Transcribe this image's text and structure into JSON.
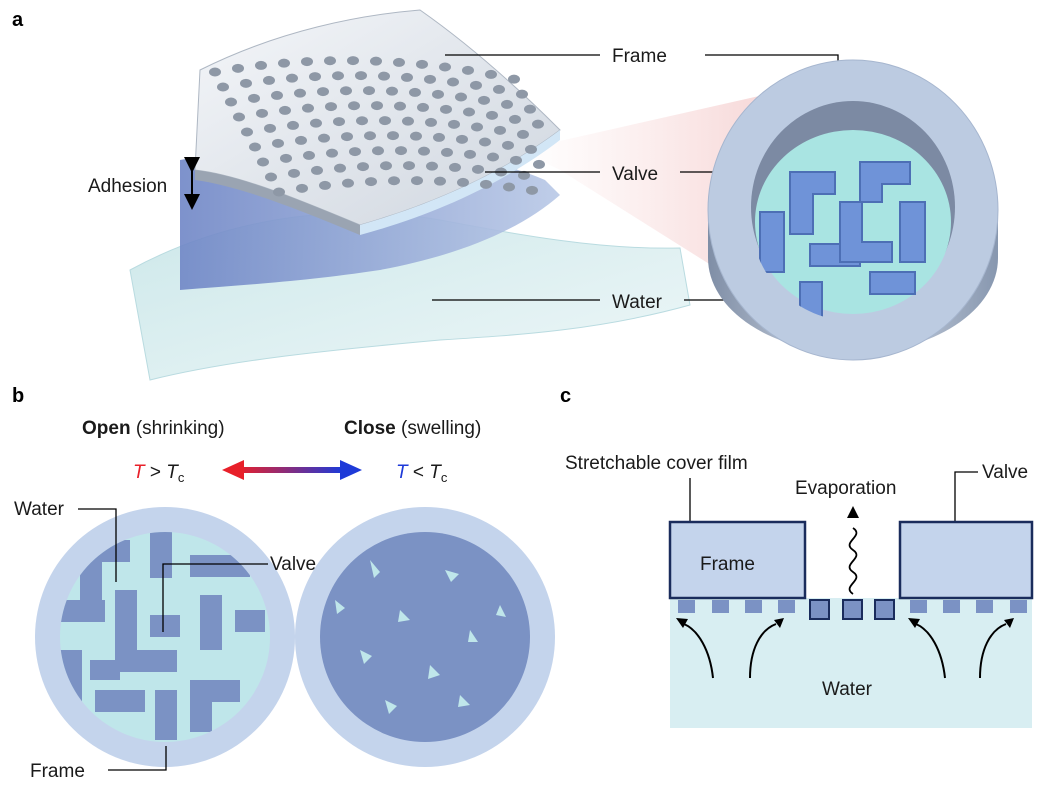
{
  "panels": {
    "a": "a",
    "b": "b",
    "c": "c"
  },
  "panel_a": {
    "adhesion": "Adhesion",
    "frame": "Frame",
    "valve": "Valve",
    "water": "Water"
  },
  "panel_b": {
    "open_bold": "Open",
    "open_rest": " (shrinking)",
    "close_bold": "Close",
    "close_rest": " (swelling)",
    "open_T": "T",
    "open_rel": " > ",
    "open_Tc": "T",
    "open_c": "c",
    "close_T": "T",
    "close_rel": " < ",
    "close_Tc": "T",
    "close_c": "c",
    "water": "Water",
    "valve": "Valve",
    "frame": "Frame"
  },
  "panel_c": {
    "cover_film": "Stretchable cover film",
    "evaporation": "Evaporation",
    "valve": "Valve",
    "frame": "Frame",
    "water": "Water"
  },
  "colors": {
    "hot": "#e8202a",
    "cold": "#1e3ad8",
    "frame_fill": "#c4d4ec",
    "valve_fill": "#7b92c4",
    "water_fill": "#d8eef2",
    "cover_stroke": "#1a2c5c"
  }
}
